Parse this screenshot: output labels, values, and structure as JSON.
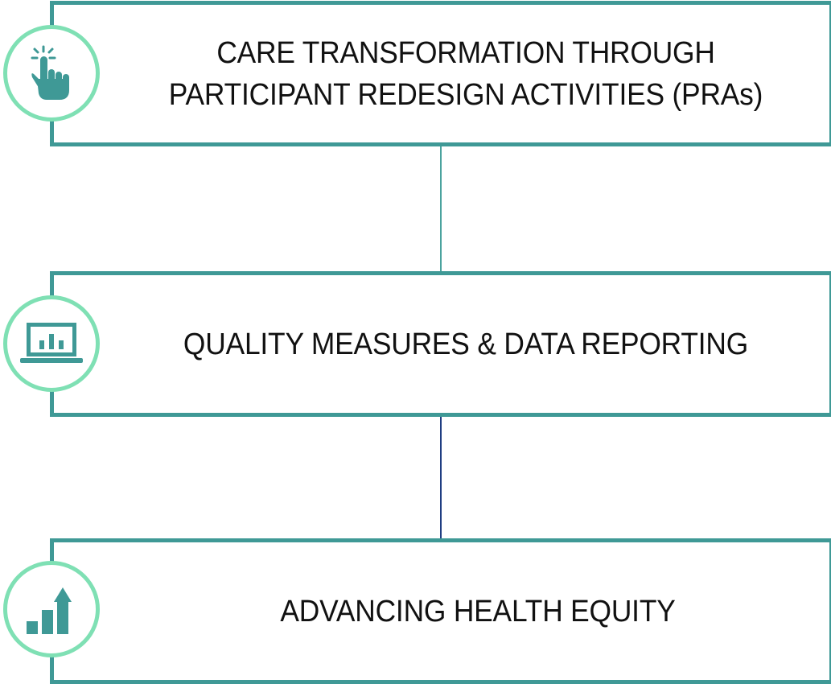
{
  "colors": {
    "card_border": "#3f9996",
    "badge_ring": "#7fe0b4",
    "icon_fill": "#3f9996",
    "connector_top": "#4aa39e",
    "connector_bottom": "#1f3d82",
    "text": "#111111"
  },
  "steps": [
    {
      "icon": "hand-pointer-click-icon",
      "title_lines": [
        "CARE TRANSFORMATION THROUGH",
        "PARTICIPANT REDESIGN ACTIVITIES (PRAs)"
      ]
    },
    {
      "icon": "laptop-bar-chart-icon",
      "title_lines": [
        "QUALITY MEASURES & DATA REPORTING"
      ]
    },
    {
      "icon": "growth-chart-arrow-icon",
      "title_lines": [
        "ADVANCING HEALTH EQUITY"
      ]
    }
  ]
}
